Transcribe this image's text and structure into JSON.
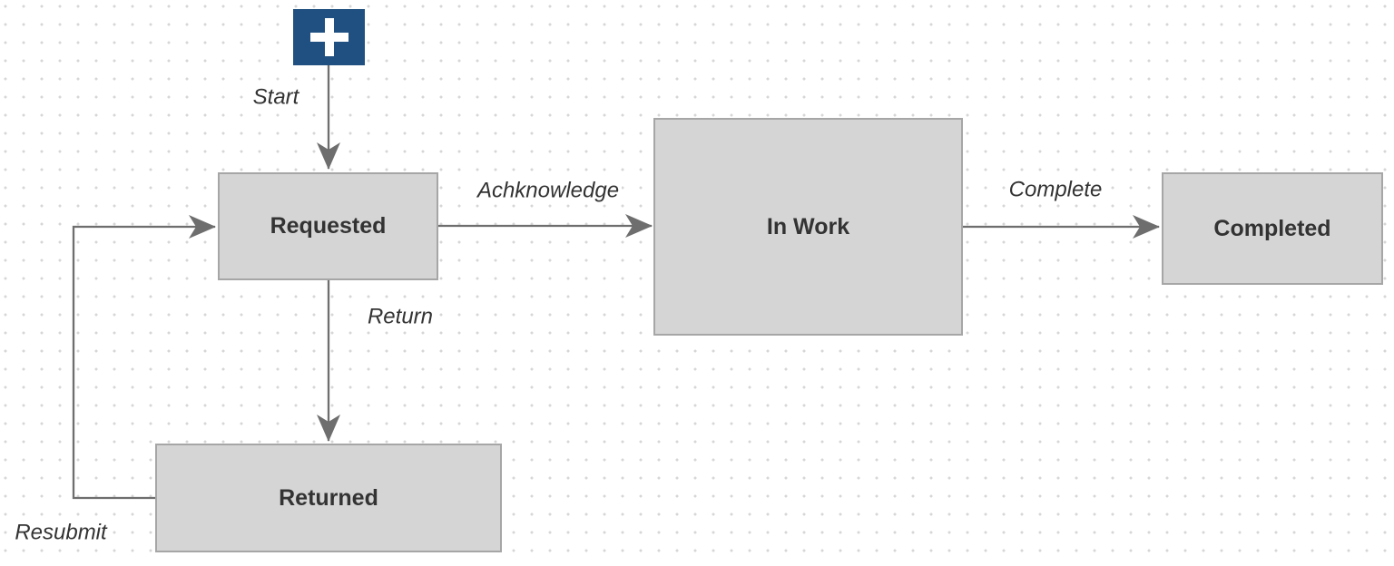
{
  "diagram": {
    "nodes": {
      "start": {
        "icon": "plus-icon",
        "fill": "#205081"
      },
      "requested": {
        "label": "Requested"
      },
      "in_work": {
        "label": "In Work"
      },
      "completed": {
        "label": "Completed"
      },
      "returned": {
        "label": "Returned"
      }
    },
    "edges": {
      "start": {
        "from": "start",
        "to": "requested",
        "label": "Start"
      },
      "acknowledge": {
        "from": "requested",
        "to": "in_work",
        "label": "Achknowledge"
      },
      "complete": {
        "from": "in_work",
        "to": "completed",
        "label": "Complete"
      },
      "return": {
        "from": "requested",
        "to": "returned",
        "label": "Return"
      },
      "resubmit": {
        "from": "returned",
        "to": "requested",
        "label": "Resubmit"
      }
    },
    "colors": {
      "canvas_background": "#ffffff",
      "grid_dot": "#d6d6d6",
      "node_fill": "#d5d5d5",
      "node_border": "#a6a6a6",
      "node_text": "#333333",
      "edge_line": "#6e6e6e",
      "edge_label_text": "#333333",
      "plus_button_fill": "#205081",
      "plus_icon_color": "#ffffff"
    }
  }
}
